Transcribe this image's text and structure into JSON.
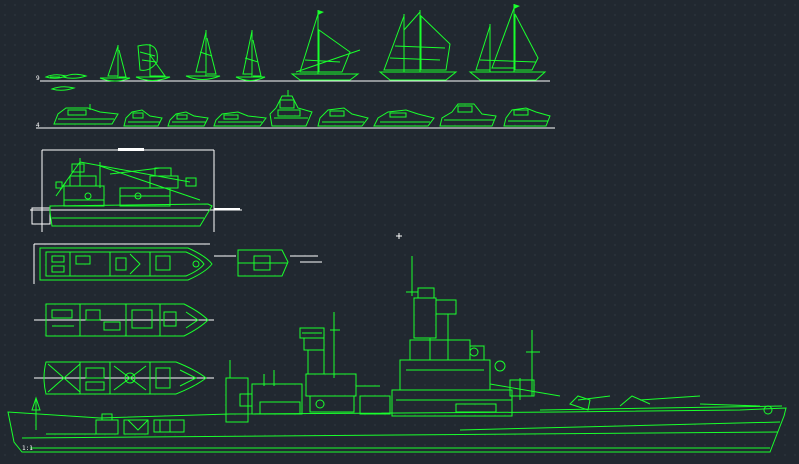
{
  "canvas": {
    "background": "#212830",
    "grid_color": "#6e7d8c"
  },
  "palette": {
    "primary": "#19ff2c",
    "secondary": "#ffffff"
  },
  "rows": {
    "sailboats": {
      "count": 8,
      "label": "9"
    },
    "motorboats": {
      "count": 9,
      "label": "4"
    }
  },
  "drawings": {
    "fishing_vessel": {
      "views": [
        "side-elevation",
        "deck-plan-upper",
        "deck-plan-main",
        "deck-plan-lower"
      ]
    },
    "warship": {
      "views": [
        "side-elevation"
      ],
      "label": "1:1"
    }
  },
  "cursor": {
    "type": "crosshair-icon"
  }
}
